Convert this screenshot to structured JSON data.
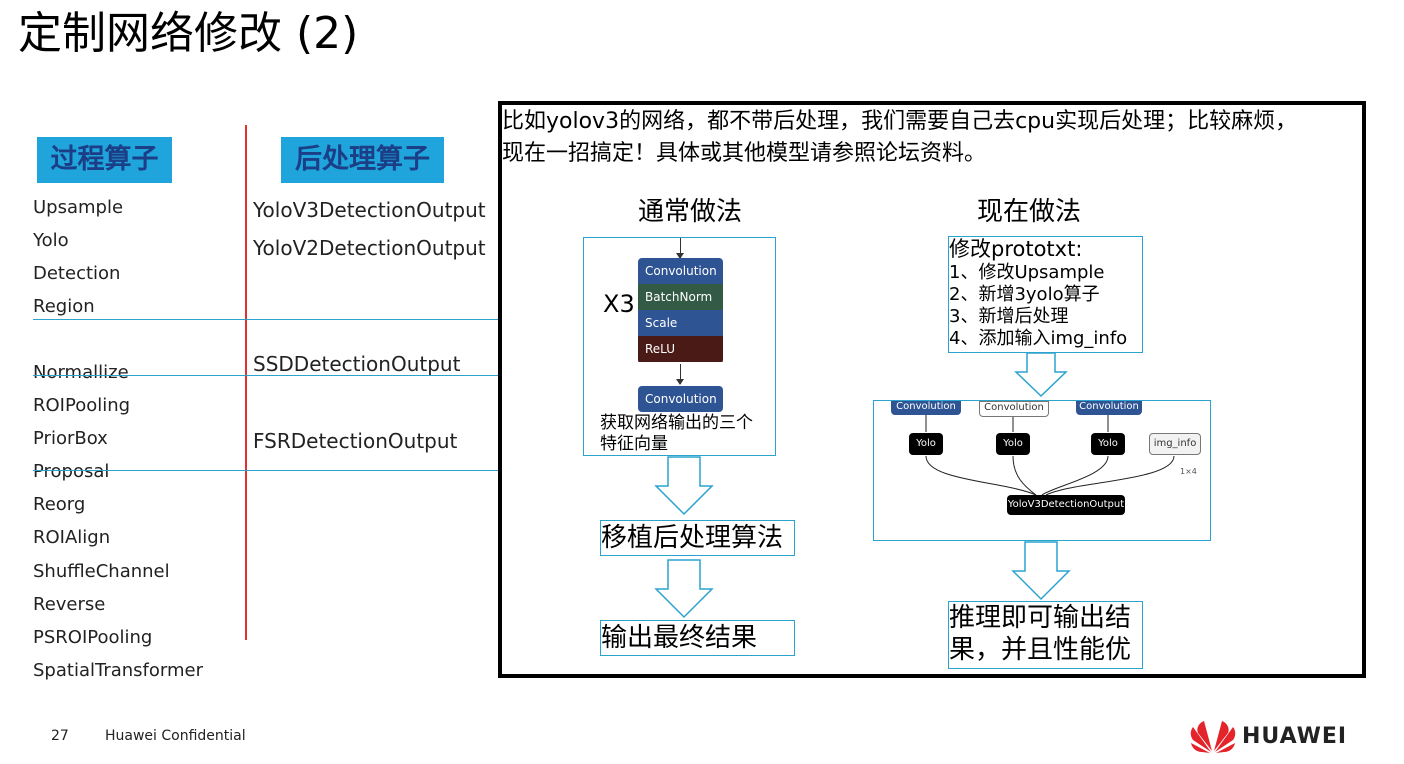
{
  "slide_title": "定制网络修改 (2)",
  "left": {
    "process_header": "过程算子",
    "postprocess_header": "后处理算子",
    "process_ops": [
      "Upsample",
      "Yolo",
      "Detection",
      "Region",
      "Normallize",
      "ROIPooling",
      "PriorBox",
      "Proposal",
      "Reorg",
      "ROIAlign",
      "ShuffleChannel",
      "Reverse",
      "PSROIPooling",
      "SpatialTransformer"
    ],
    "postprocess_ops": [
      "YoloV3DetectionOutput",
      "YoloV2DetectionOutput",
      "SSDDetectionOutput",
      "FSRDetectionOutput"
    ]
  },
  "panel": {
    "intro_line1": "比如yolov3的网络，都不带后处理，我们需要自己去cpu实现后处理；比较麻烦，",
    "intro_line2": "现在一招搞定！具体或其他模型请参照论坛资料。",
    "usual": {
      "heading": "通常做法",
      "repeat_label": "X3",
      "layers": [
        "Convolution",
        "BatchNorm",
        "Scale",
        "ReLU"
      ],
      "final_layer": "Convolution",
      "caption_line1": "获取网络输出的三个",
      "caption_line2": "特征向量",
      "step2": "移植后处理算法",
      "step3": "输出最终结果"
    },
    "now": {
      "heading": "现在做法",
      "prototxt_title": "修改prototxt:",
      "steps": [
        "1、修改Upsample",
        "2、新增3yolo算子",
        "3、新增后处理",
        "4、添加输入img_info"
      ],
      "graph": {
        "convs": [
          "Convolution",
          "Convolution",
          "Convolution"
        ],
        "yolos": [
          "Yolo",
          "Yolo",
          "Yolo"
        ],
        "img_info": "img_info",
        "dim": "1×4",
        "output": "YoloV3DetectionOutput"
      },
      "result_line1": "推理即可输出结",
      "result_line2": "果，并且性能优"
    }
  },
  "colors": {
    "header_bg": "#1fa5dc",
    "header_text": "#1b3e86",
    "divider": "#e53030",
    "conv": "#2f5494",
    "batchnorm": "#325a44",
    "scale": "#2f5494",
    "relu": "#4a1a16"
  },
  "footer": {
    "page": "27",
    "confidential": "Huawei Confidential",
    "brand": "HUAWEI"
  }
}
